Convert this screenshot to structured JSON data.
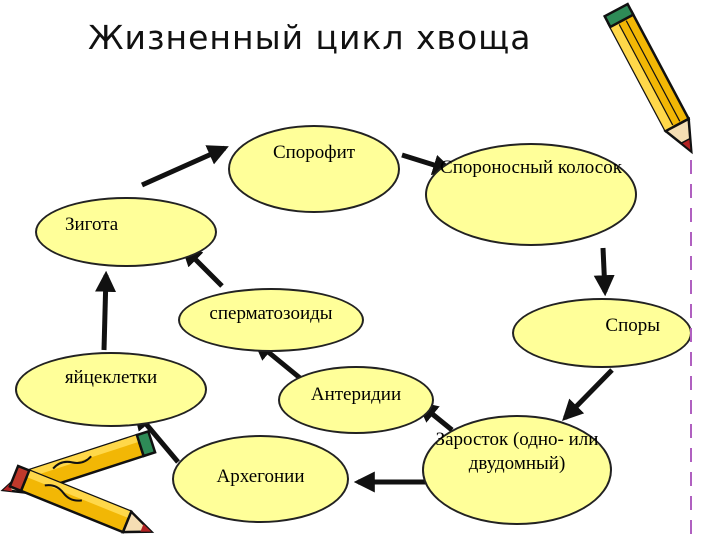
{
  "title": "Жизненный цикл хвоща",
  "nodes": {
    "sporophyte": "Спорофит",
    "spikelet": "Спороносный колосок",
    "spores": "Споры",
    "prothallus": "Заросток (одно- или двудомный)",
    "archegonia": "Архегонии",
    "antheridia": "Антеридии",
    "sperm": "сперматозоиды",
    "eggs": "яйцеклетки",
    "zygote": "Зигота"
  },
  "colors": {
    "node_fill": "#ffff99",
    "arrow": "#111111",
    "pencil_yellow": "#f2b705",
    "pencil_tip": "#b22222",
    "pencil_green": "#2e8b57"
  },
  "icons": [
    "pencil-icon",
    "pencils-icon"
  ]
}
